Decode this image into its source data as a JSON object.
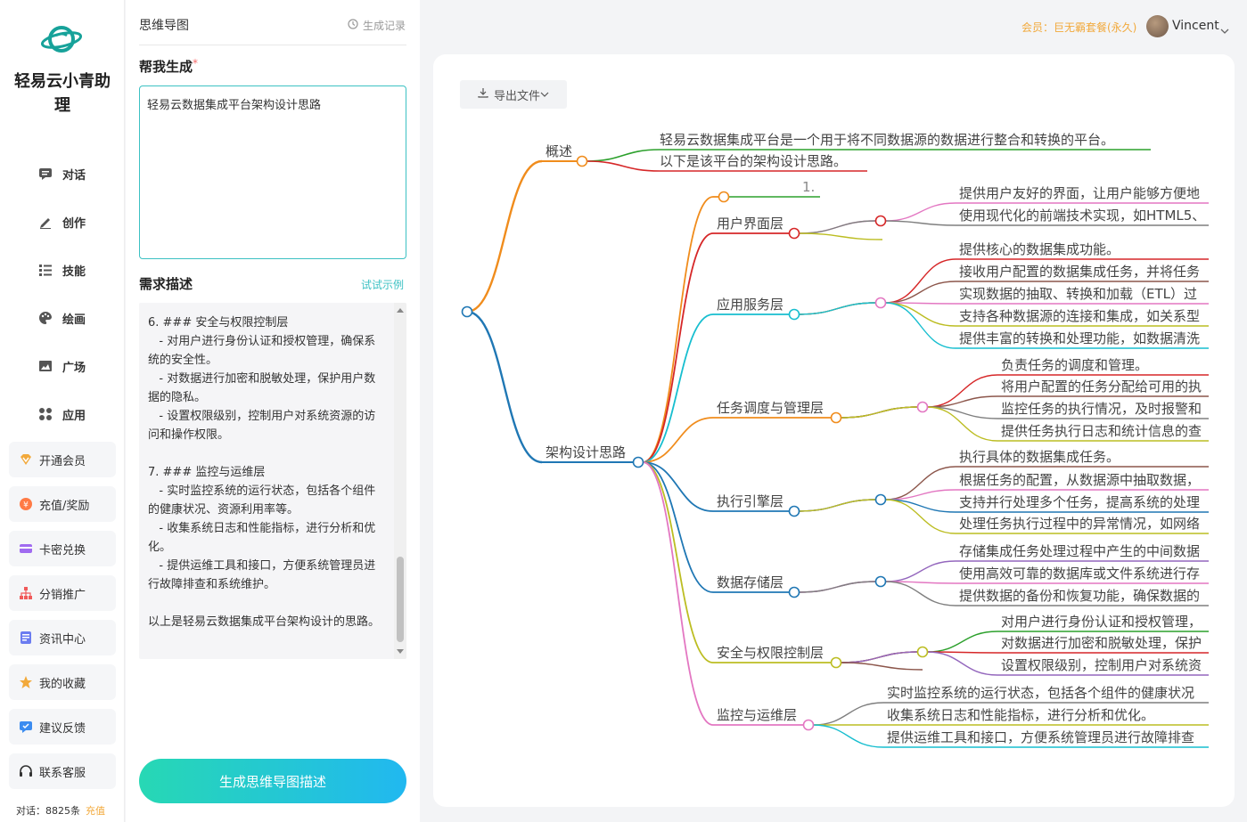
{
  "app": {
    "brand": "轻易云小青助理"
  },
  "nav": [
    {
      "label": "对话",
      "icon": "chat-icon"
    },
    {
      "label": "创作",
      "icon": "pen-icon"
    },
    {
      "label": "技能",
      "icon": "list-icon"
    },
    {
      "label": "绘画",
      "icon": "palette-icon"
    },
    {
      "label": "广场",
      "icon": "image-icon"
    },
    {
      "label": "应用",
      "icon": "apps-icon"
    }
  ],
  "tools": [
    {
      "label": "开通会员",
      "icon": "vip-icon",
      "color": "#f2a93b"
    },
    {
      "label": "充值/奖励",
      "icon": "coin-icon",
      "color": "#ff7a45"
    },
    {
      "label": "卡密兑换",
      "icon": "card-icon",
      "color": "#a06bf0"
    },
    {
      "label": "分销推广",
      "icon": "network-icon",
      "color": "#f05a5a"
    },
    {
      "label": "资讯中心",
      "icon": "news-icon",
      "color": "#6b7cf0"
    },
    {
      "label": "我的收藏",
      "icon": "star-icon",
      "color": "#f2a93b"
    },
    {
      "label": "建议反馈",
      "icon": "feedback-icon",
      "color": "#3b8cf0"
    },
    {
      "label": "联系客服",
      "icon": "headset-icon",
      "color": "#333333"
    }
  ],
  "quota": {
    "text": "对话：8825条",
    "recharge": "充值"
  },
  "panel": {
    "title": "思维导图",
    "history": "生成记录",
    "help_label": "帮我生成",
    "required_mark": "*",
    "topic": "轻易云数据集成平台架构设计思路",
    "desc_label": "需求描述",
    "example_link": "试试示例",
    "desc_text": "6. ### 安全与权限控制层\n   - 对用户进行身份认证和授权管理，确保系统的安全性。\n   - 对数据进行加密和脱敏处理，保护用户数据的隐私。\n   - 设置权限级别，控制用户对系统资源的访问和操作权限。\n\n7. ### 监控与运维层\n   - 实时监控系统的运行状态，包括各个组件的健康状况、资源利用率等。\n   - 收集系统日志和性能指标，进行分析和优化。\n   - 提供运维工具和接口，方便系统管理员进行故障排查和系统维护。\n\n以上是轻易云数据集成平台架构设计的思路。",
    "generate_button": "生成思维导图描述"
  },
  "header": {
    "member": "会员：巨无霸套餐(永久)",
    "username": "Vincent"
  },
  "canvas": {
    "export_button": "导出文件"
  },
  "mindmap": {
    "branches": [
      {
        "label": "概述",
        "color": "#f08c1c",
        "children": [
          {
            "label": "轻易云数据集成平台是一个用于将不同数据源的数据进行整合和转换的平台。",
            "color": "#2ca02c"
          },
          {
            "label": "以下是该平台的架构设计思路。",
            "color": "#d62728"
          }
        ]
      },
      {
        "label": "架构设计思路",
        "color": "#1f77b4",
        "children": [
          {
            "label": "",
            "color": "#f08c1c",
            "leaves": [
              {
                "label": "1.",
                "color": "#2ca02c"
              }
            ]
          },
          {
            "label": "用户界面层",
            "color": "#d62728",
            "leaves": [
              {
                "label": "提供用户友好的界面，让用户能够方便地",
                "color": "#e377c2"
              },
              {
                "label": "使用现代化的前端技术实现，如HTML5、",
                "color": "#7f7f7f"
              }
            ],
            "extra": "#bcbd22"
          },
          {
            "label": "应用服务层",
            "color": "#17becf",
            "leaves": [
              {
                "label": "提供核心的数据集成功能。",
                "color": "#d62728"
              },
              {
                "label": "接收用户配置的数据集成任务，并将任务",
                "color": "#8c564b"
              },
              {
                "label": "实现数据的抽取、转换和加载（ETL）过",
                "color": "#e377c2"
              },
              {
                "label": "支持各种数据源的连接和集成，如关系型",
                "color": "#bcbd22"
              },
              {
                "label": "提供丰富的转换和处理功能，如数据清洗",
                "color": "#17becf"
              }
            ]
          },
          {
            "label": "任务调度与管理层",
            "color": "#f08c1c",
            "leaves": [
              {
                "label": "负责任务的调度和管理。",
                "color": "#d62728"
              },
              {
                "label": "将用户配置的任务分配给可用的执",
                "color": "#8c564b"
              },
              {
                "label": "监控任务的执行情况，及时报警和",
                "color": "#7f7f7f"
              },
              {
                "label": "提供任务执行日志和统计信息的查",
                "color": "#bcbd22"
              }
            ]
          },
          {
            "label": "执行引擎层",
            "color": "#1f77b4",
            "leaves": [
              {
                "label": "执行具体的数据集成任务。",
                "color": "#8c564b"
              },
              {
                "label": "根据任务的配置，从数据源中抽取数据，",
                "color": "#e377c2"
              },
              {
                "label": "支持并行处理多个任务，提高系统的处理",
                "color": "#1f77b4"
              },
              {
                "label": "处理任务执行过程中的异常情况，如网络",
                "color": "#bcbd22"
              }
            ]
          },
          {
            "label": "数据存储层",
            "color": "#1f77b4",
            "leaves": [
              {
                "label": "存储集成任务处理过程中产生的中间数据",
                "color": "#9467bd"
              },
              {
                "label": "使用高效可靠的数据库或文件系统进行存",
                "color": "#e377c2"
              },
              {
                "label": "提供数据的备份和恢复功能，确保数据的",
                "color": "#7f7f7f"
              }
            ]
          },
          {
            "label": "安全与权限控制层",
            "color": "#bcbd22",
            "leaves": [
              {
                "label": "对用户进行身份认证和授权管理，",
                "color": "#2ca02c"
              },
              {
                "label": "对数据进行加密和脱敏处理，保护",
                "color": "#d62728"
              },
              {
                "label": "设置权限级别，控制用户对系统资",
                "color": "#9467bd"
              }
            ]
          },
          {
            "label": "监控与运维层",
            "color": "#e377c2",
            "leaves": [
              {
                "label": "实时监控系统的运行状态，包括各个组件的健康状况",
                "color": "#7f7f7f"
              },
              {
                "label": "收集系统日志和性能指标，进行分析和优化。",
                "color": "#bcbd22"
              },
              {
                "label": "提供运维工具和接口，方便系统管理员进行故障排查",
                "color": "#17becf"
              }
            ]
          }
        ]
      }
    ]
  }
}
